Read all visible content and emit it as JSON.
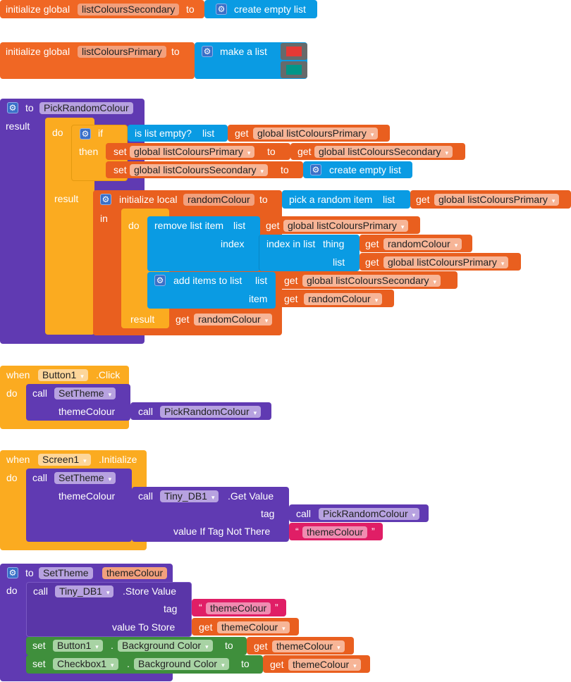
{
  "blocks": {
    "init_secondary": {
      "keyword": "initialize global",
      "var": "listColoursSecondary",
      "to": "to",
      "value": "create empty list"
    },
    "init_primary": {
      "keyword": "initialize global",
      "var": "listColoursPrimary",
      "to": "to",
      "value": "make a list",
      "colors": [
        "#e53935",
        "#009688"
      ]
    },
    "pick_proc": {
      "to": "to",
      "name": "PickRandomColour",
      "result": "result",
      "do": "do",
      "if": "if",
      "is_empty": "is list empty?",
      "list": "list",
      "get": "get",
      "var_primary": "global listColoursPrimary",
      "var_secondary": "global listColoursSecondary",
      "then": "then",
      "set": "set",
      "to_kw": "to",
      "create_empty": "create empty list",
      "result2": "result",
      "init_local": "initialize local",
      "local_var": "randomColour",
      "pick_random": "pick a random item",
      "in": "in",
      "do2": "do",
      "remove_item": "remove list item",
      "index": "index",
      "index_in_list": "index in list",
      "thing": "thing",
      "add_items": "add items to list",
      "item": "item",
      "result3": "result"
    },
    "button_click": {
      "when": "when",
      "component": "Button1",
      "event": ".Click",
      "do": "do",
      "call": "call",
      "proc": "SetTheme",
      "param": "themeColour",
      "call2": "call",
      "proc2": "PickRandomColour"
    },
    "screen_init": {
      "when": "when",
      "component": "Screen1",
      "event": ".Initialize",
      "do": "do",
      "call": "call",
      "proc": "SetTheme",
      "param": "themeColour",
      "call2": "call",
      "db": "Tiny_DB1",
      "method": ".Get Value",
      "tag": "tag",
      "call3": "call",
      "proc3": "PickRandomColour",
      "value_if": "value If Tag Not There",
      "text_value": "themeColour"
    },
    "set_theme": {
      "to": "to",
      "name": "SetTheme",
      "param": "themeColour",
      "do": "do",
      "call": "call",
      "db": "Tiny_DB1",
      "method": ".Store Value",
      "tag": "tag",
      "tag_text": "themeColour",
      "value_to_store": "value To Store",
      "get": "get",
      "param_get": "themeColour",
      "set": "set",
      "comp1": "Button1",
      "prop": "Background Color",
      "to_kw": "to",
      "comp2": "Checkbox1",
      "dot": "."
    }
  },
  "dropdown_arrow": "▾",
  "quote_open": "“",
  "quote_close": "”",
  "gear_icon": "⚙"
}
